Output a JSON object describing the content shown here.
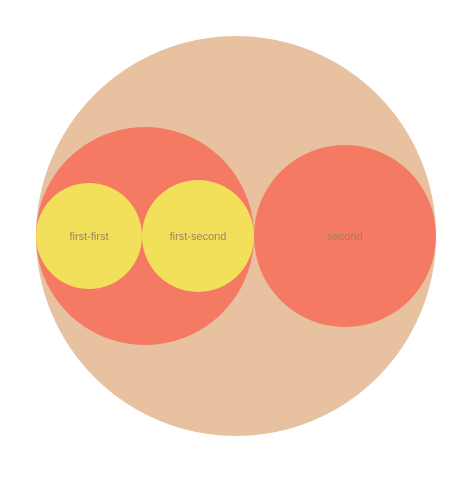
{
  "colors": {
    "root": "#e8c2a0",
    "level1": "#f47a63",
    "level2": "#f2e05a",
    "label": "#9a8461"
  },
  "diagram": {
    "type": "circle-packing",
    "nodes": [
      {
        "id": "first",
        "label": "",
        "level": 1
      },
      {
        "id": "first-first",
        "label": "first-first",
        "level": 2,
        "parent": "first"
      },
      {
        "id": "first-second",
        "label": "first-second",
        "level": 2,
        "parent": "first"
      },
      {
        "id": "second",
        "label": "second",
        "level": 1
      }
    ]
  }
}
